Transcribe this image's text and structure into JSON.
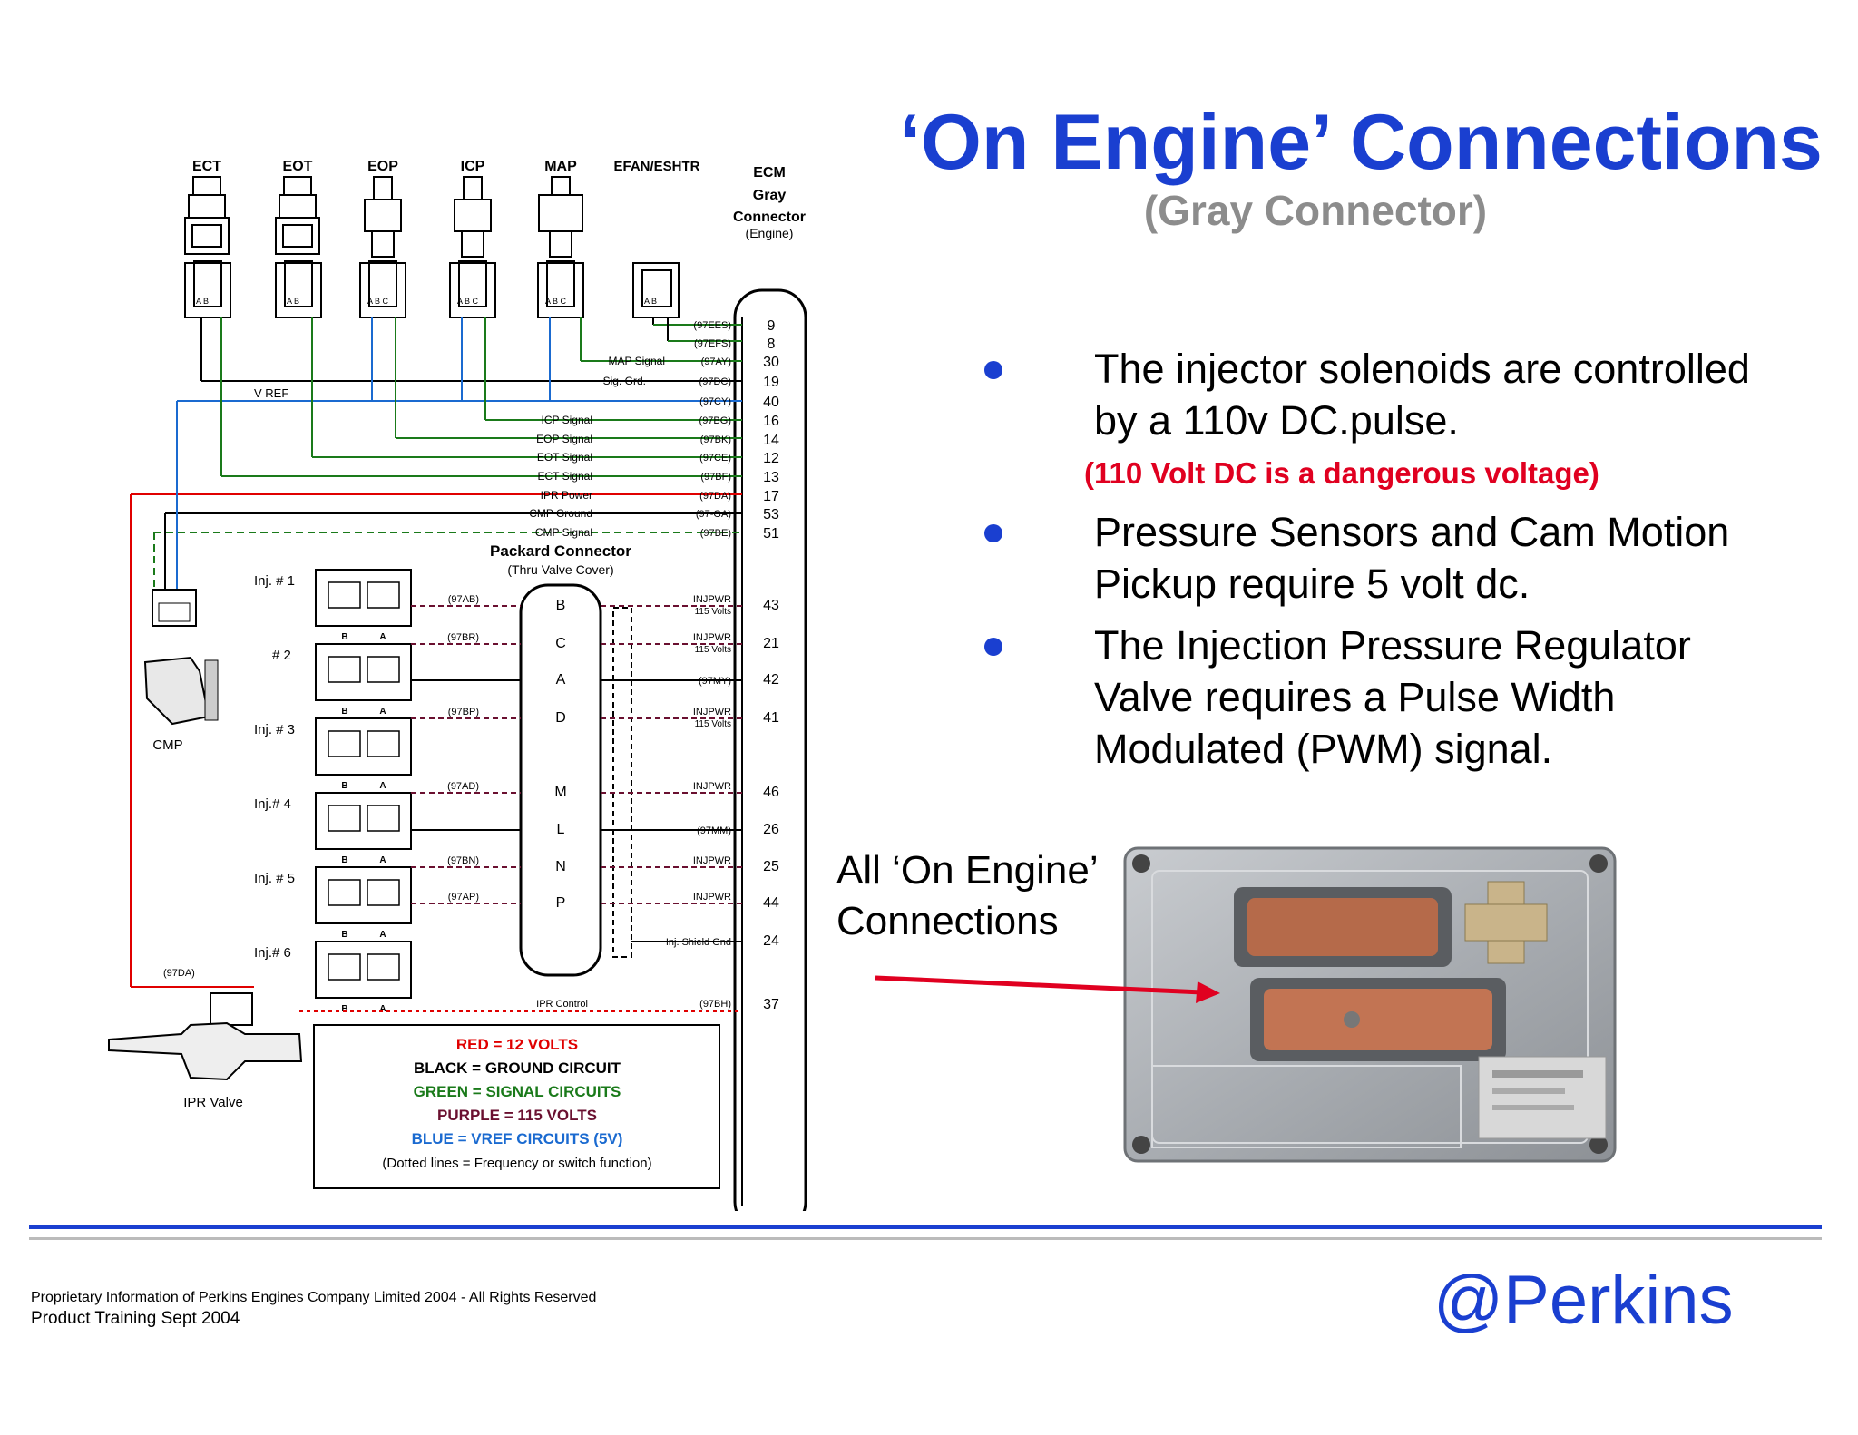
{
  "title": "‘On Engine’ Connections",
  "subtitle": "(Gray Connector)",
  "bullets": [
    {
      "lines": [
        "The injector solenoids are controlled",
        "by a 110v DC.pulse."
      ]
    },
    {
      "lines": [
        "Pressure Sensors and Cam Motion",
        "Pickup require 5 volt dc."
      ]
    },
    {
      "lines": [
        "The Injection Pressure Regulator",
        "Valve requires a Pulse Width",
        "Modulated (PWM) signal."
      ]
    }
  ],
  "warning": "(110 Volt DC is a dangerous voltage)",
  "callout": {
    "line1": "All ‘On Engine’",
    "line2": "Connections"
  },
  "brand": "@Perkins",
  "footer": {
    "line1": "Proprietary Information of Perkins Engines Company Limited 2004 - All Rights Reserved",
    "line2": "Product Training Sept 2004"
  },
  "diagram": {
    "sensors": [
      "ECT",
      "EOT",
      "EOP",
      "ICP",
      "MAP",
      "EFAN/ESHTR"
    ],
    "ecm_header": {
      "line1": "ECM",
      "line2": "Gray",
      "line3": "Connector",
      "line4": "(Engine)"
    },
    "vref_label": "V REF",
    "signal_rows": [
      {
        "label": "",
        "code": "(97EES)",
        "pin": "9"
      },
      {
        "label": "",
        "code": "(97EFS)",
        "pin": "8"
      },
      {
        "label": "MAP Signal",
        "code": "(97AY)",
        "pin": "30"
      },
      {
        "label": "Sig. Grd.",
        "code": "(97DC)",
        "pin": "19"
      },
      {
        "label": "",
        "code": "(97CY)",
        "pin": "40"
      },
      {
        "label": "ICP Signal",
        "code": "(97BG)",
        "pin": "16"
      },
      {
        "label": "EOP Signal",
        "code": "(97BK)",
        "pin": "14"
      },
      {
        "label": "EOT Signal",
        "code": "(97CE)",
        "pin": "12"
      },
      {
        "label": "ECT Signal",
        "code": "(97BF)",
        "pin": "13"
      },
      {
        "label": "IPR Power",
        "code": "(97DA)",
        "pin": "17"
      },
      {
        "label": "CMP Ground",
        "code": "(97-GA)",
        "pin": "53"
      },
      {
        "label": "CMP Signal",
        "code": "(97BE)",
        "pin": "51"
      }
    ],
    "packard": {
      "title": "Packard Connector",
      "subtitle": "(Thru Valve Cover)"
    },
    "injectors": [
      "Inj. # 1",
      "# 2",
      "Inj. # 3",
      "Inj.# 4",
      "Inj. # 5",
      "Inj.# 6"
    ],
    "pin_ba": {
      "b": "B",
      "a": "A"
    },
    "sensor_pins": {
      "ab": "A B",
      "abc": "A B C"
    },
    "inj_rows": [
      {
        "code": "(97AB)",
        "letter": "B",
        "label": "INJPWR",
        "sub": "115 Volts",
        "pin": "43"
      },
      {
        "code": "(97BR)",
        "letter": "C",
        "label": "INJPWR",
        "sub": "115 Volts",
        "pin": "21"
      },
      {
        "code": "",
        "letter": "A",
        "label": "(97MY)",
        "sub": "",
        "pin": "42"
      },
      {
        "code": "(97BP)",
        "letter": "D",
        "label": "INJPWR",
        "sub": "115 Volts",
        "pin": "41"
      },
      {
        "code": "(97AD)",
        "letter": "M",
        "label": "INJPWR",
        "sub": "",
        "pin": "46"
      },
      {
        "code": "",
        "letter": "L",
        "label": "(97MM)",
        "sub": "",
        "pin": "26"
      },
      {
        "code": "(97BN)",
        "letter": "N",
        "label": "INJPWR",
        "sub": "",
        "pin": "25"
      },
      {
        "code": "(97AP)",
        "letter": "P",
        "label": "INJPWR",
        "sub": "",
        "pin": "44"
      },
      {
        "code": "",
        "letter": "",
        "label": "Inj. Shield Gnd",
        "sub": "",
        "pin": "24"
      }
    ],
    "cmp_label": "CMP",
    "ipr_code": "(97DA)",
    "ipr_label": "IPR Valve",
    "ipr_control": {
      "label": "IPR Control",
      "code": "(97BH)",
      "pin": "37"
    },
    "legend": [
      {
        "text": "RED = 12 VOLTS",
        "color": "#e00000"
      },
      {
        "text": "BLACK = GROUND CIRCUIT",
        "color": "#000000"
      },
      {
        "text": "GREEN = SIGNAL CIRCUITS",
        "color": "#1a7a1a"
      },
      {
        "text": "PURPLE = 115 VOLTS",
        "color": "#6a1030"
      },
      {
        "text": "BLUE = VREF CIRCUITS (5V)",
        "color": "#1a6ad0"
      },
      {
        "text": "(Dotted lines = Frequency or switch function)",
        "color": "#000000"
      }
    ]
  },
  "colors": {
    "accent_blue": "#1a3fd0",
    "warning_red": "#e00020",
    "subtitle_gray": "#8c8c8c"
  }
}
